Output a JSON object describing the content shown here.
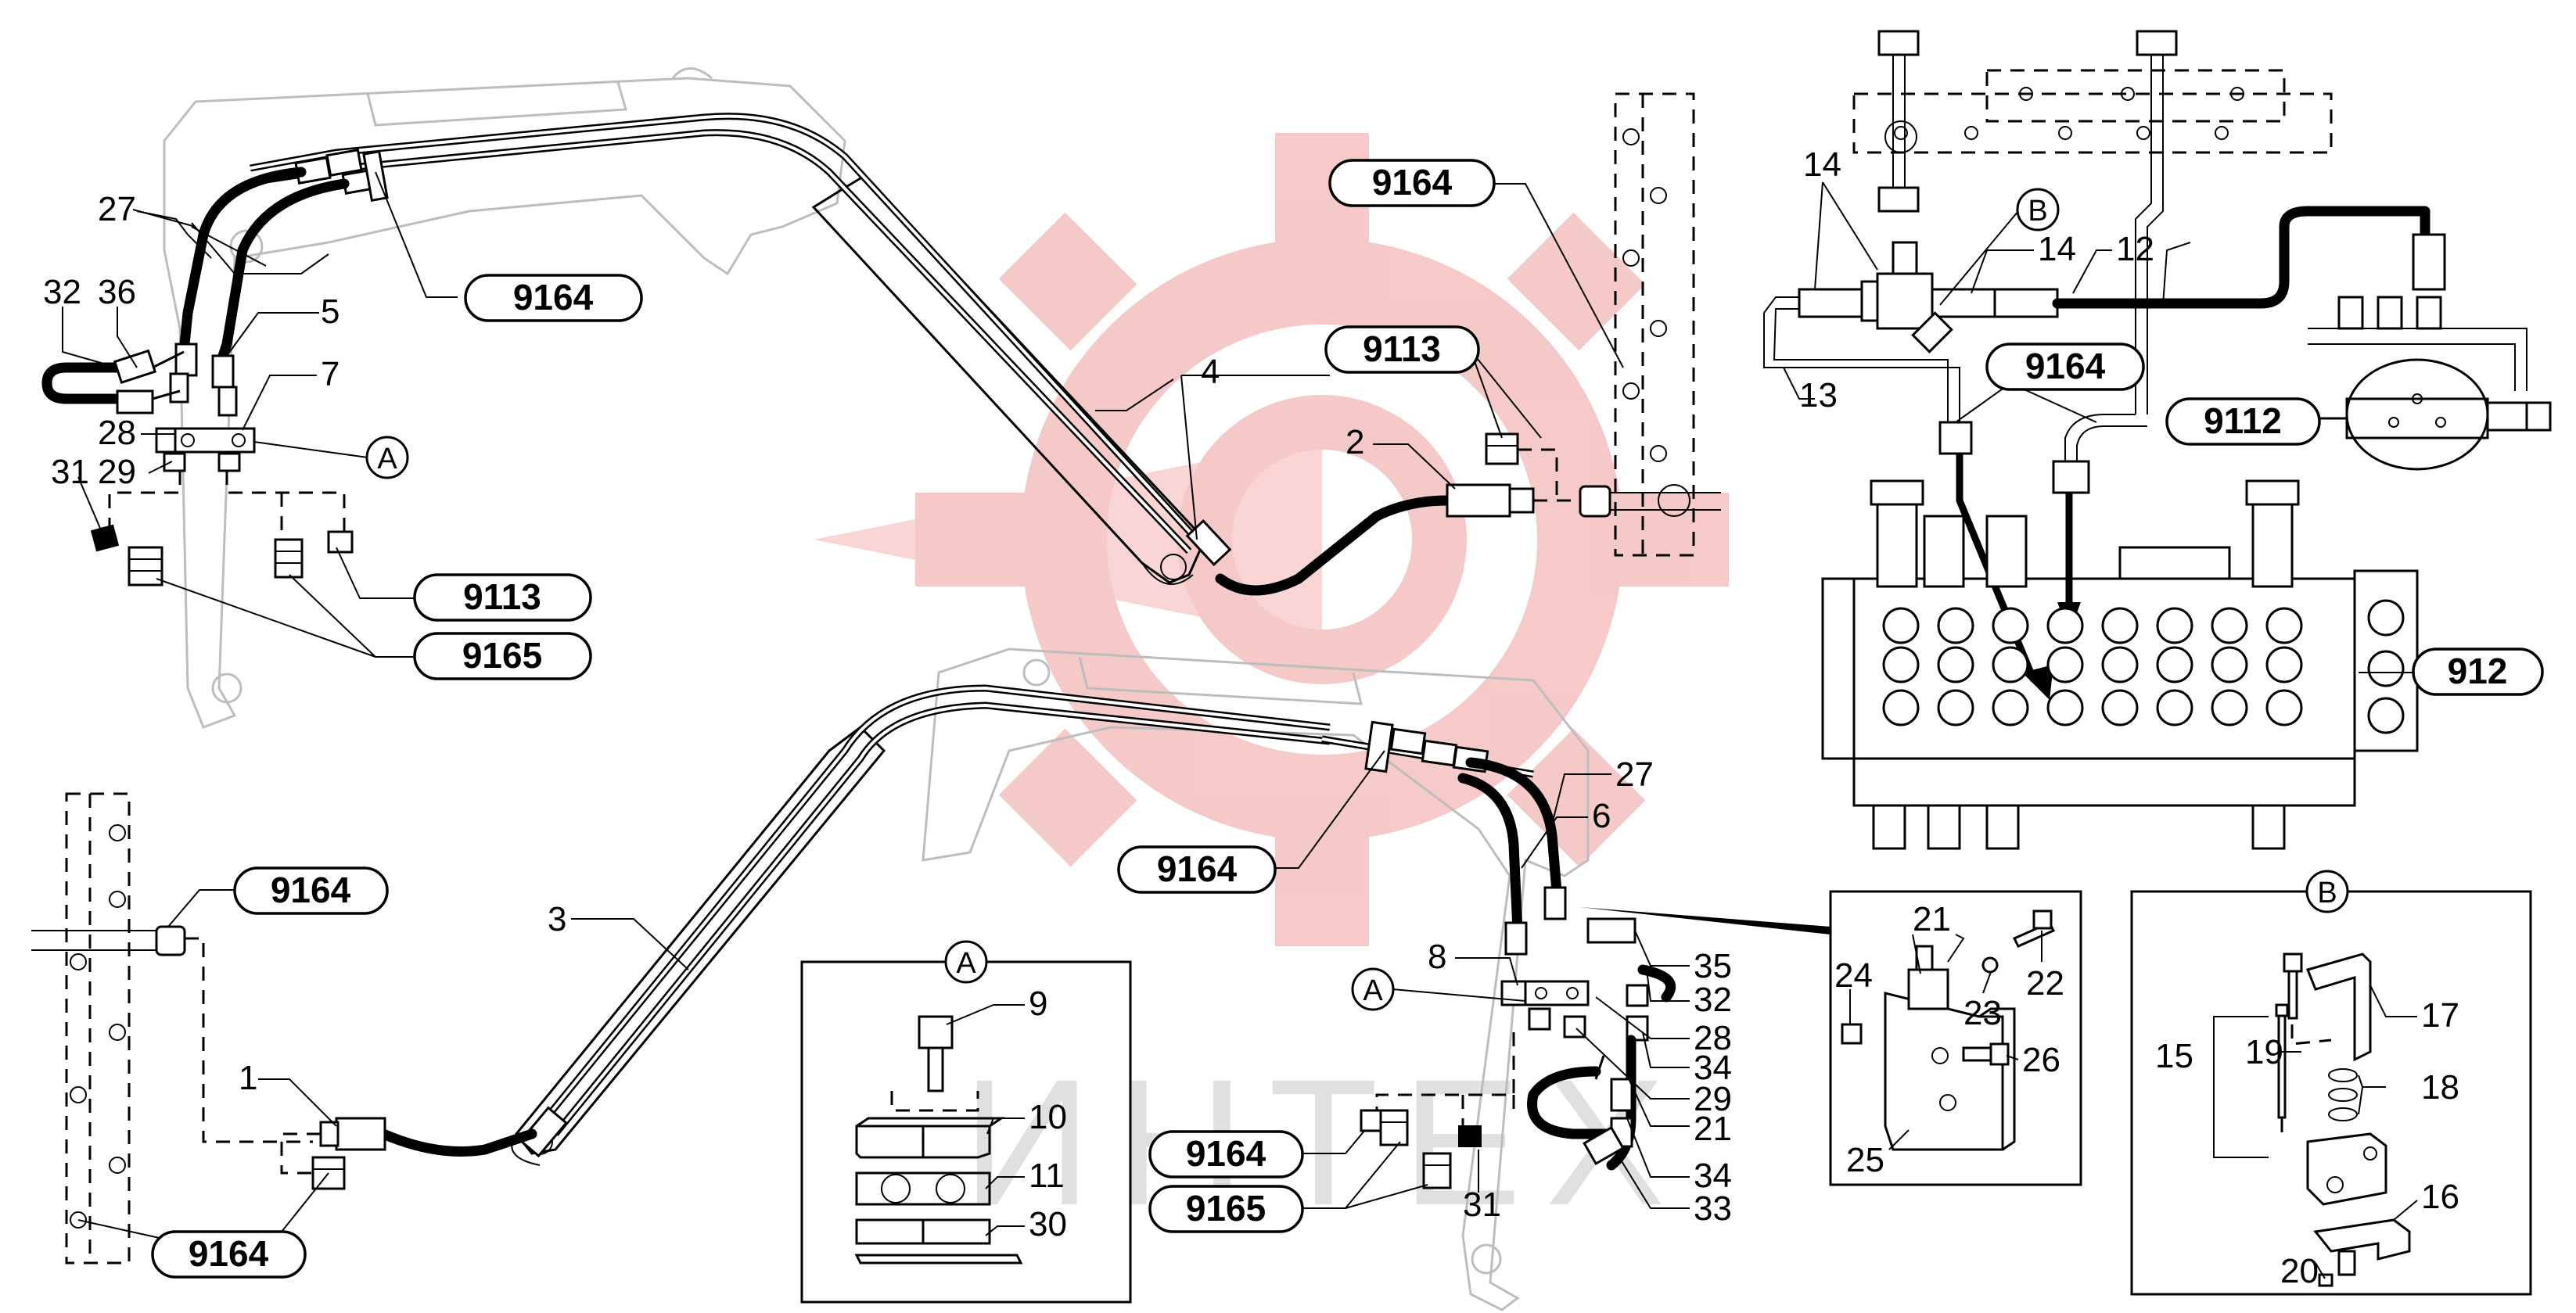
{
  "watermark": {
    "text": "ИНТЕХ",
    "logo_color": "#f6c4c4"
  },
  "colors": {
    "line": "#000000",
    "frame_outline": "#bdbdbd",
    "background": "#ffffff"
  },
  "detail_views": {
    "a": {
      "label": "A"
    },
    "b": {
      "label": "B"
    }
  },
  "ref_markers": {
    "a": "A",
    "b": "B"
  },
  "callouts": {
    "c1": "1",
    "c2": "2",
    "c3": "3",
    "c4": "4",
    "c5": "5",
    "c6": "6",
    "c7": "7",
    "c8": "8",
    "c9": "9",
    "c10": "10",
    "c11": "11",
    "c12": "12",
    "c13": "13",
    "c14a": "14",
    "c14b": "14",
    "c15": "15",
    "c16": "16",
    "c17": "17",
    "c18": "18",
    "c19": "19",
    "c20": "20",
    "c21a": "21",
    "c21b": "21",
    "c22": "22",
    "c23": "23",
    "c24": "24",
    "c25": "25",
    "c26": "26",
    "c27a": "27",
    "c27b": "27",
    "c28a": "28",
    "c28b": "28",
    "c29a": "29",
    "c29b": "29",
    "c30": "30",
    "c31a": "31",
    "c31b": "31",
    "c32a": "32",
    "c32b": "32",
    "c33": "33",
    "c34a": "34",
    "c34b": "34",
    "c35": "35",
    "c36": "36"
  },
  "kits": {
    "k9164_top": "9164",
    "k9164_right": "9164",
    "k9164_valve": "9164",
    "k9164_left": "9164",
    "k9164_mid": "9164",
    "k9164_bottom": "9164",
    "k9164_lower": "9164",
    "k9113_mid": "9113",
    "k9113_left": "9113",
    "k9165_left": "9165",
    "k9165_lower": "9165",
    "k9112": "9112",
    "k912": "912"
  }
}
